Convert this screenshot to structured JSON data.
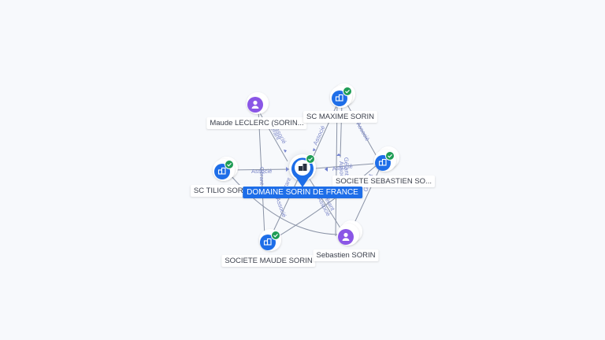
{
  "graph": {
    "center": {
      "label": "DOMAINE SORIN DE FRANCE"
    },
    "nodes": [
      {
        "id": "maude_leclerc",
        "label": "Maude LECLERC (SORIN...",
        "kind": "person"
      },
      {
        "id": "sc_maxime",
        "label": "SC MAXIME SORIN",
        "kind": "company",
        "verified": true
      },
      {
        "id": "sc_tilio",
        "label": "SC TILIO SORIN",
        "kind": "company",
        "verified": true
      },
      {
        "id": "ste_sebastien",
        "label": "SOCIETE SEBASTIEN SO...",
        "kind": "company",
        "verified": true
      },
      {
        "id": "ste_maude",
        "label": "SOCIETE MAUDE SORIN",
        "kind": "company",
        "verified": true
      },
      {
        "id": "sebastien",
        "label": "Sebastien SORIN",
        "kind": "person"
      }
    ],
    "edge_labels": {
      "gerant": "Gérant",
      "associe": "Associé"
    },
    "colors": {
      "company": "#1e6ee8",
      "person": "#8a56e6",
      "verified": "#1f9d55",
      "edge": "#8a93a6",
      "edge_label": "#7a86c8"
    }
  }
}
